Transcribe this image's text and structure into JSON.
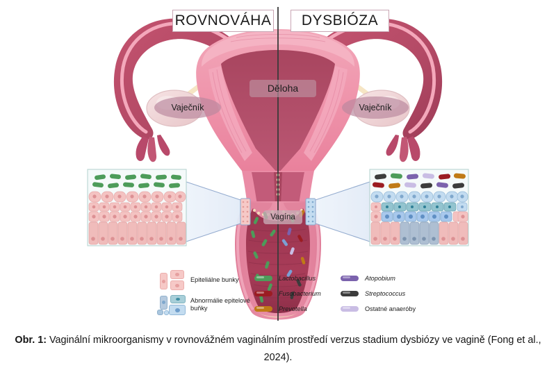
{
  "figure": {
    "headers": {
      "left": "ROVNOVÁHA",
      "right": "DYSBIÓZA"
    },
    "anatomy_labels": {
      "uterus": "Děloha",
      "ovary_left": "Vaječník",
      "ovary_right": "Vaječník",
      "vagina": "Vagína"
    },
    "legend": {
      "cells": [
        {
          "name": "epithelial-cells",
          "label": "Epiteliálne bunky",
          "color": "#f4c3c2",
          "nucleus": "#e09a9c",
          "italic": false
        },
        {
          "name": "abnormal-epithelial-cells",
          "label": "Abnormálie epitelové buňky",
          "color": "#bcd7e8",
          "nucleus": "#7fa8cd",
          "italic": false
        }
      ],
      "bacteria_col1": [
        {
          "name": "lactobacillus",
          "label": "Lactobacillus",
          "color": "#4d9c5a",
          "italic": true
        },
        {
          "name": "fusobacterium",
          "label": "Fusobacterium",
          "color": "#9b1c22",
          "italic": true
        },
        {
          "name": "prevotella",
          "label": "Prevotella",
          "color": "#c07a16",
          "italic": true
        }
      ],
      "bacteria_col2": [
        {
          "name": "atopobium",
          "label": "Atopobium",
          "color": "#7b62ad",
          "italic": true
        },
        {
          "name": "streptococcus",
          "label": "Streptococcus",
          "color": "#3c3c3c",
          "italic": true
        },
        {
          "name": "other-anaerobes",
          "label": "Ostatné anaeróby",
          "color": "#c9bde4",
          "italic": false
        }
      ]
    },
    "caption": {
      "prefix": "Obr. 1:",
      "text": " Vaginální mikroorganismy v rovnovážném vaginálním prostředí verzus stadium dysbiózy ve vagině (Fong et al., 2024)."
    },
    "colors": {
      "background": "#ffffff",
      "uterus_outer": "#ef9fb2",
      "uterus_body": "#e987a2",
      "uterus_dark": "#b24f6e",
      "tube_dark": "#b94a68",
      "tube_light": "#ef9fb2",
      "ovary": "#f0d9da",
      "vaginal_canal": "#a03a56",
      "vaginal_wall": "#e2849d",
      "inset_border": "#8fa8cd",
      "inset_bg": "#f2f7fb",
      "divider": "#3a3a3a",
      "epithelial_pink": "#f4c3c2",
      "epithelial_nucleus": "#dd9194",
      "abnormal_blue": "#bcd7e8",
      "abnormal_nucleus": "#7fa8cd"
    }
  }
}
